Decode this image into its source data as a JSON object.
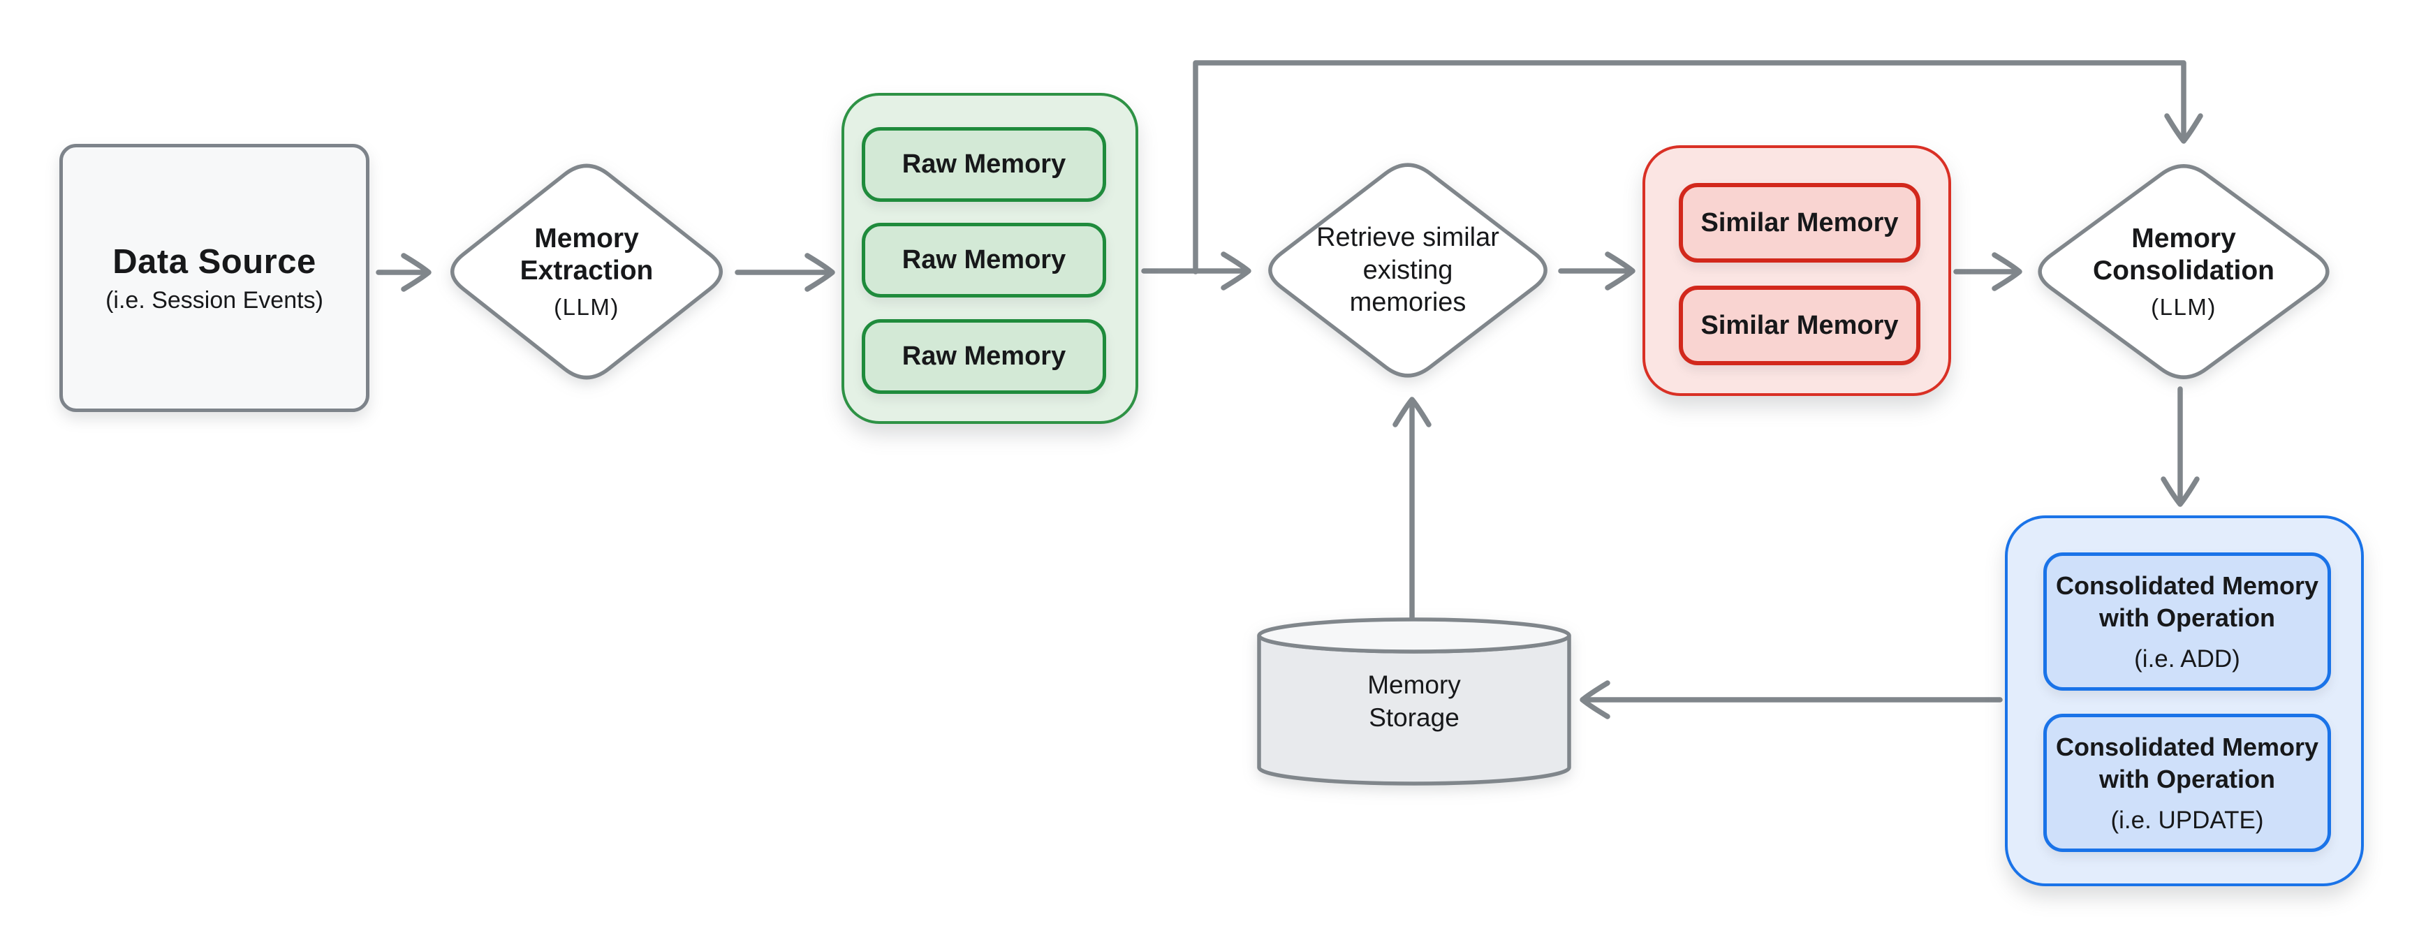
{
  "colors": {
    "connector_gray": "#80868b",
    "node_border": "#7d838a",
    "node_bg": "#f7f8f9",
    "text": "#17181a",
    "diamond_bg": "#ffffff",
    "green_container_bg": "#e4f1e5",
    "green_container_border": "#2e9245",
    "green_item_bg": "#d3e9d6",
    "green_item_border": "#1f8b3c",
    "red_container_bg": "#fbe5e3",
    "red_container_border": "#d93025",
    "red_item_bg": "#f9d4d1",
    "red_item_border": "#d2281c",
    "blue_container_bg": "#e3edfc",
    "blue_container_border": "#1a73e8",
    "blue_item_bg": "#cfe0fa",
    "blue_item_border": "#1a73e8",
    "cylinder_bg": "#e8eaed",
    "cylinder_top_bg": "#f6f7f8"
  },
  "nodes": {
    "data_source": {
      "title": "Data Source",
      "subtitle": "(i.e. Session Events)"
    },
    "memory_extraction": {
      "lines": [
        "Memory",
        "Extraction"
      ],
      "subtitle": "(LLM)"
    },
    "raw_memories": {
      "items": [
        "Raw Memory",
        "Raw Memory",
        "Raw Memory"
      ]
    },
    "retrieve_similar": {
      "lines": [
        "Retrieve similar",
        "existing",
        "memories"
      ]
    },
    "similar_memories": {
      "items": [
        "Similar Memory",
        "Similar Memory"
      ]
    },
    "memory_consolidation": {
      "lines": [
        "Memory",
        "Consolidation"
      ],
      "subtitle": "(LLM)"
    },
    "consolidated_memories": {
      "items": [
        {
          "lines": [
            "Consolidated Memory",
            "with Operation"
          ],
          "subtitle": "(i.e. ADD)"
        },
        {
          "lines": [
            "Consolidated Memory",
            "with Operation"
          ],
          "subtitle": "(i.e. UPDATE)"
        }
      ]
    },
    "memory_storage": {
      "lines": [
        "Memory",
        "Storage"
      ]
    }
  }
}
